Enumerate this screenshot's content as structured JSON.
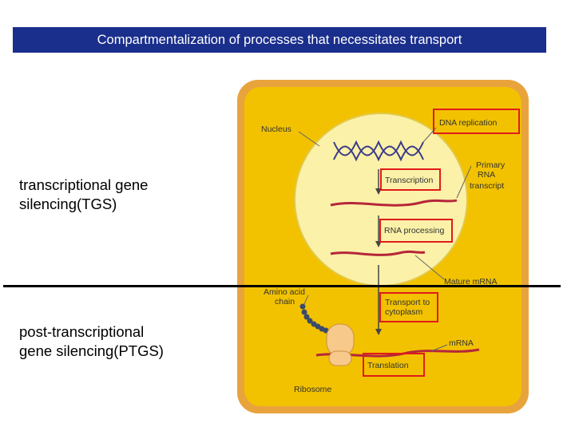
{
  "title": "Compartmentalization of processes that necessitates transport",
  "left_text": {
    "tgs_line1": "transcriptional gene",
    "tgs_line2": "silencing(TGS)",
    "ptgs_line1": "post-transcriptional",
    "ptgs_line2": "gene silencing(PTGS)"
  },
  "diagram_labels": {
    "nucleus": "Nucleus",
    "dna_replication": "DNA replication",
    "primary_rna_1": "Primary",
    "primary_rna_2": "RNA",
    "primary_rna_3": "transcript",
    "transcription": "Transcription",
    "rna_processing": "RNA processing",
    "mature_mrna": "Mature mRNA",
    "amino_acid_1": "Amino acid",
    "amino_acid_2": "chain",
    "transport_1": "Transport to",
    "transport_2": "cytoplasm",
    "mrna": "mRNA",
    "translation": "Translation",
    "ribosome": "Ribosome"
  },
  "colors": {
    "title_bg": "#1a2e8c",
    "cell_fill": "#f2c200",
    "cell_border": "#e8a23a",
    "nucleus_fill": "#fbf1a8",
    "highlight_box": "#e01b1b"
  }
}
